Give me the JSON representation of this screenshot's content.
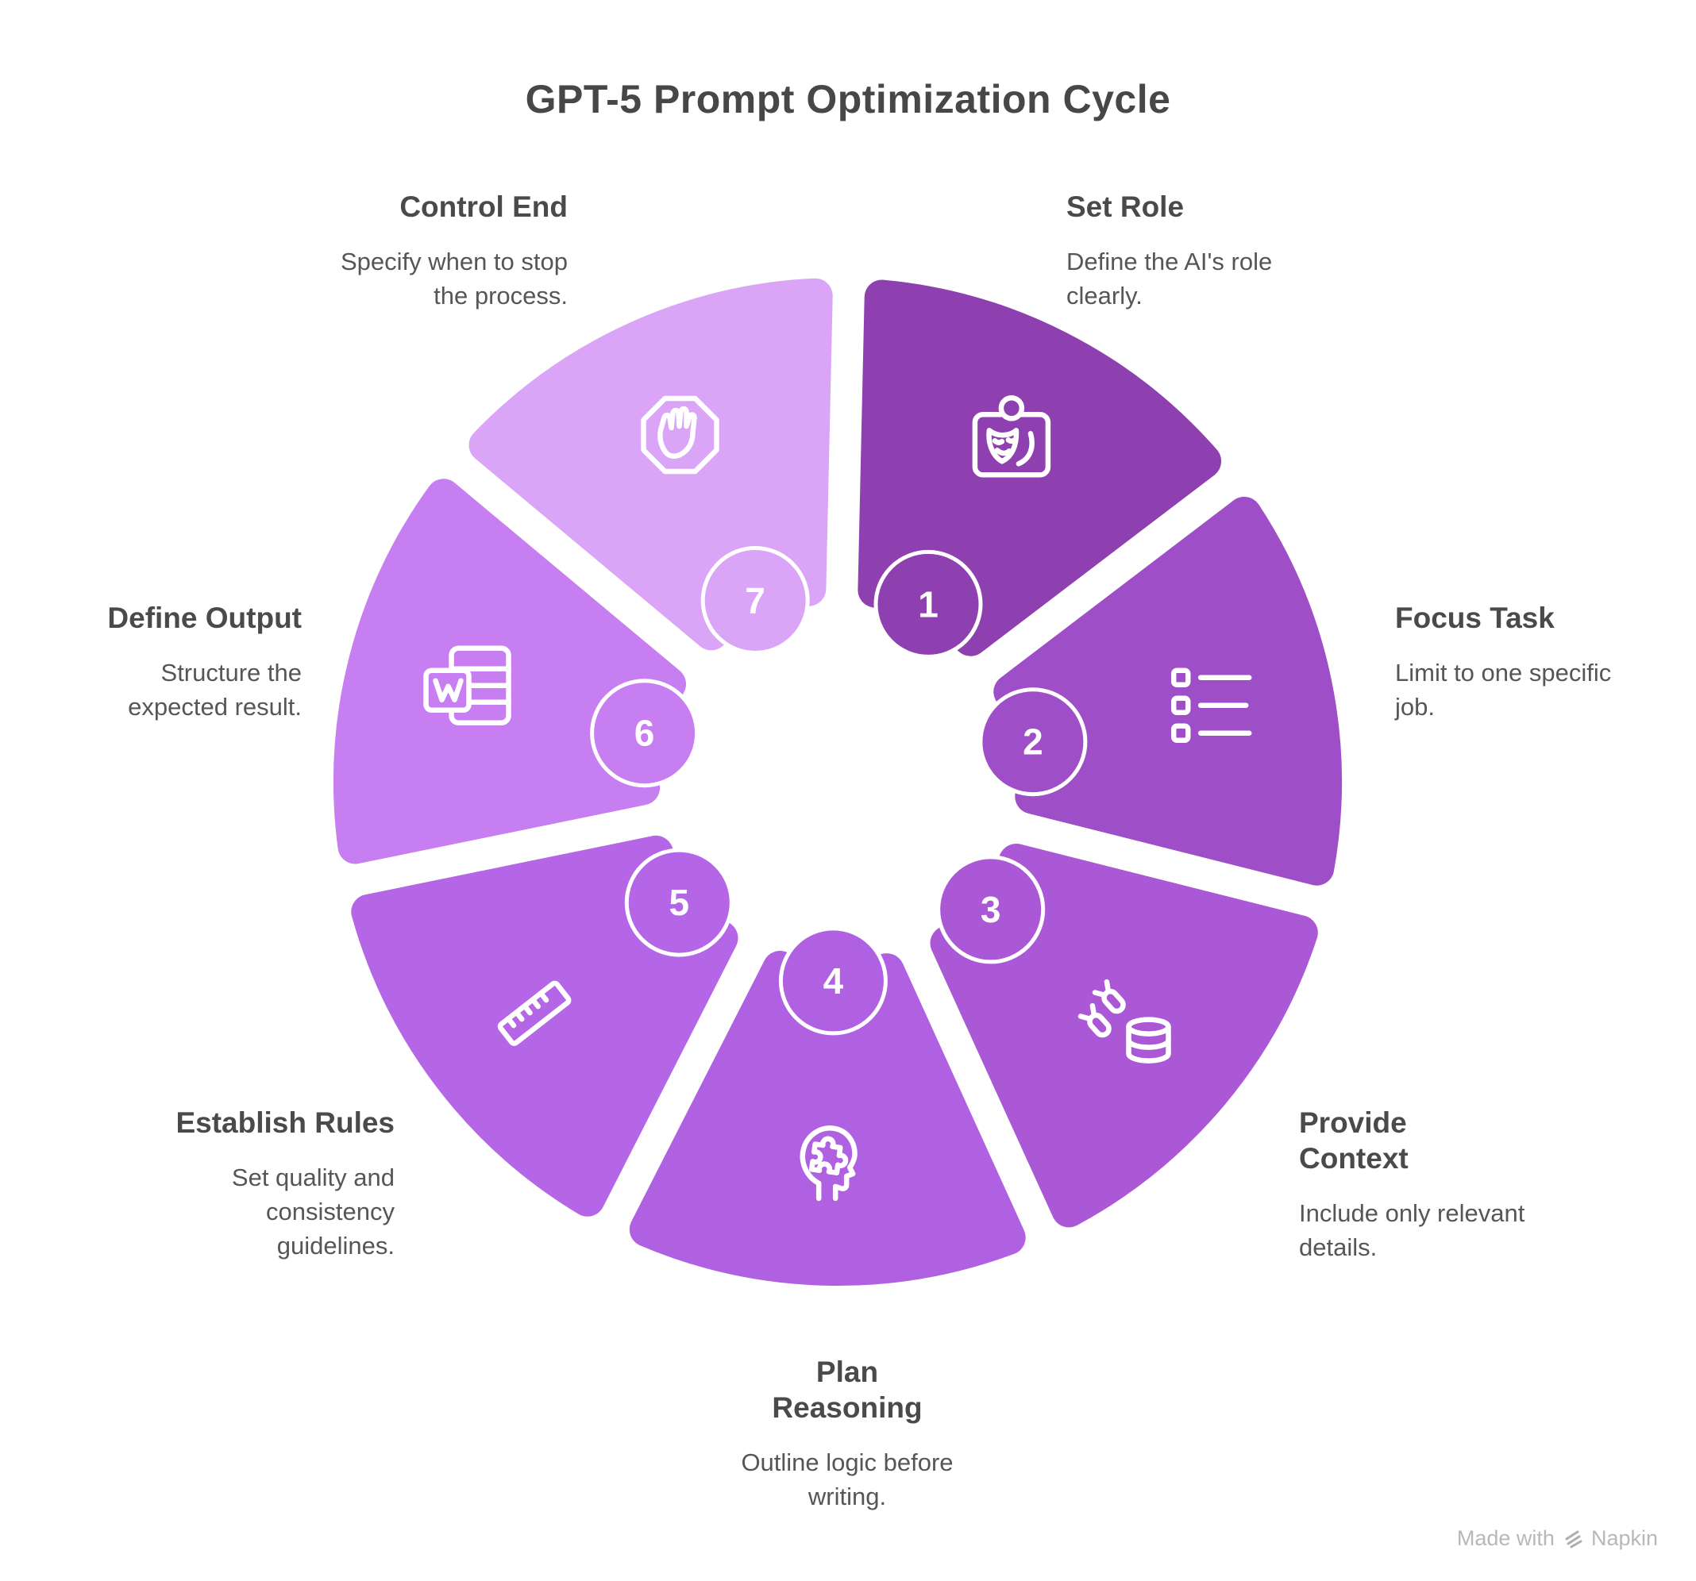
{
  "page": {
    "title": "GPT-5 Prompt Optimization Cycle",
    "background_color": "#ffffff",
    "title_color": "#474747"
  },
  "wheel": {
    "title_color": "#4a4a4a",
    "description_color": "#565656",
    "number_color": "#ffffff",
    "segments": [
      {
        "number": "1",
        "title": "Set Role",
        "description": "Define the AI's role\nclearly.",
        "color": "#8E40B0",
        "icon": "theater-mask-icon"
      },
      {
        "number": "2",
        "title": "Focus Task",
        "description": "Limit to one specific\njob.",
        "color": "#9E4EC6",
        "icon": "checklist-icon"
      },
      {
        "number": "3",
        "title": "Provide\nContext",
        "description": "Include only relevant\ndetails.",
        "color": "#AA58D5",
        "icon": "data-context-icon"
      },
      {
        "number": "4",
        "title": "Plan\nReasoning",
        "description": "Outline logic before\nwriting.",
        "color": "#B061E2",
        "icon": "head-puzzle-icon"
      },
      {
        "number": "5",
        "title": "Establish Rules",
        "description": "Set quality and\nconsistency\nguidelines.",
        "color": "#B466E6",
        "icon": "ruler-icon"
      },
      {
        "number": "6",
        "title": "Define Output",
        "description": "Structure the\nexpected result.",
        "color": "#C77EF1",
        "icon": "word-document-icon"
      },
      {
        "number": "7",
        "title": "Control End",
        "description": "Specify when to stop\nthe process.",
        "color": "#DAA5F7",
        "icon": "stop-hand-icon"
      }
    ]
  },
  "watermark": {
    "prefix": "Made with",
    "brand": "Napkin",
    "color": "#b8b8b8"
  }
}
